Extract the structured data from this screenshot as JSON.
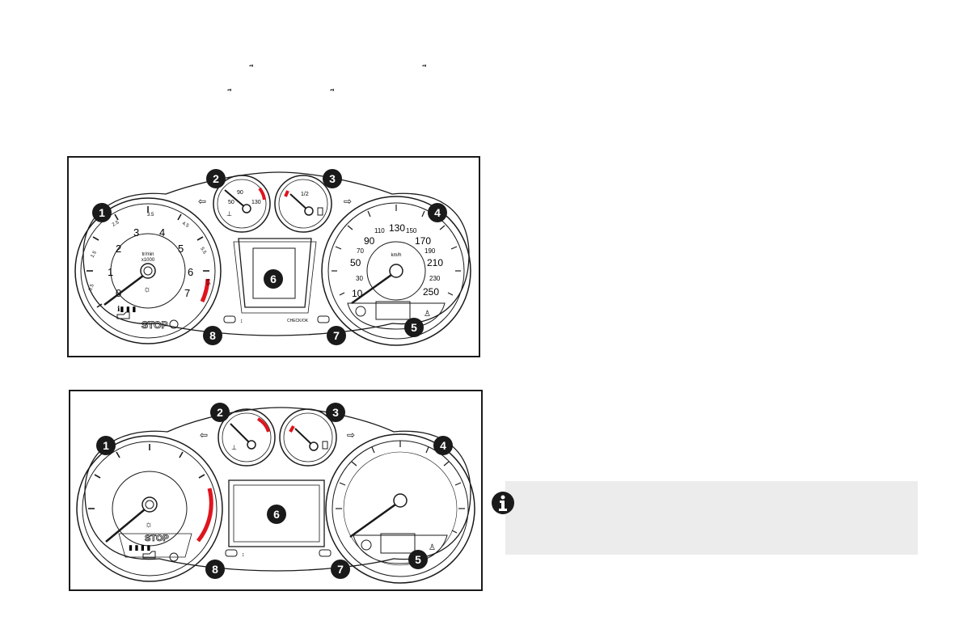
{
  "page_header": {
    "stray_marks": [
      "ี",
      "ี",
      "ี",
      "ี"
    ]
  },
  "panel_top": {
    "rev_counter": {
      "numerals": [
        "0",
        "1",
        "2",
        "3",
        "4",
        "5",
        "6",
        "7"
      ],
      "half_marks": [
        "0.5",
        "1.5",
        "2.5",
        "3.5",
        "4.5",
        "5.5",
        "6.5"
      ],
      "unit_line1": "tr/min",
      "unit_line2": "x1000",
      "stop_label": "STOP"
    },
    "temp_gauge": {
      "labels": [
        "50",
        "90",
        "130"
      ]
    },
    "fuel_gauge": {
      "labels": [
        "1/2"
      ]
    },
    "speedometer": {
      "numerals": [
        "10",
        "30",
        "50",
        "70",
        "90",
        "110",
        "130",
        "150",
        "170",
        "190",
        "210",
        "230",
        "250"
      ],
      "unit": "km/h"
    },
    "check_label": "CHECK/OK"
  },
  "panel_bottom": {
    "rev_counter": {
      "stop_label": "STOP"
    }
  },
  "callouts": [
    "1",
    "2",
    "3",
    "4",
    "5",
    "6",
    "7",
    "8"
  ],
  "colors": {
    "redline": "#e0141e",
    "ink": "#1a1a1a",
    "info_bg": "#ececec"
  },
  "icons": [
    "info-icon",
    "left-indicator-icon",
    "right-indicator-icon",
    "coolant-temp-icon",
    "fuel-pump-icon",
    "lighting-icon",
    "engine-icon",
    "brake-icon",
    "seatbelt-icon",
    "cruise-icon"
  ]
}
